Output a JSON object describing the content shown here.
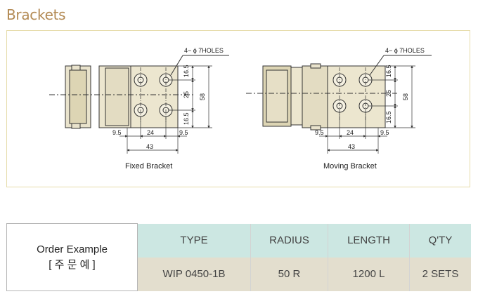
{
  "page": {
    "title": "Brackets"
  },
  "drawings": {
    "fixed": {
      "caption": "Fixed Bracket",
      "holes_label": "4− ϕ 7HOLES",
      "dims": {
        "v1": "16.5",
        "v2": "25",
        "v3": "16.5",
        "total": "58",
        "h1": "9.5",
        "h2": "24",
        "h3": "9.5",
        "width": "43"
      }
    },
    "moving": {
      "caption": "Moving Bracket",
      "holes_label": "4− ϕ 7HOLES",
      "dims": {
        "v1": "16.5",
        "v2": "25",
        "v3": "16.5",
        "total": "58",
        "h1": "9.5",
        "h2": "24",
        "h3": "9.5",
        "width": "43"
      }
    }
  },
  "order": {
    "label_line1": "Order Example",
    "label_line2": "[ 주 문 예 ]",
    "headers": [
      "TYPE",
      "RADIUS",
      "LENGTH",
      "Q'TY"
    ],
    "values": [
      "WIP 0450-1B",
      "50 R",
      "1200 L",
      "2 SETS"
    ]
  },
  "colors": {
    "title": "#b38a54",
    "header_bg": "#cce7e2",
    "value_bg": "#e3dece",
    "panel_border": "#e6dcaa"
  }
}
